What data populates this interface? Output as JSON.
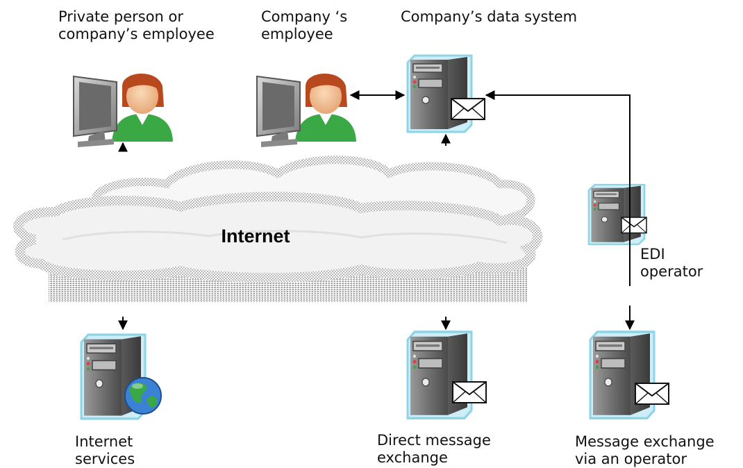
{
  "labels": {
    "private_person": [
      "Private person or",
      "company’s employee"
    ],
    "company_employee": [
      "Company ‘s",
      "employee"
    ],
    "company_data_system": "Company’s data system",
    "internet": "Internet",
    "edi_operator": [
      "EDI",
      "operator"
    ],
    "internet_services": [
      "Internet",
      "services"
    ],
    "direct_message_exchange": [
      "Direct message",
      "exchange"
    ],
    "message_exchange_operator": [
      "Message exchange",
      "via an operator"
    ]
  },
  "icons": {
    "person": "user-at-computer-icon",
    "server": "server-tower-icon",
    "envelope": "envelope-icon",
    "globe": "globe-icon"
  },
  "colors": {
    "shirt": "#3aa845",
    "hair": "#b8491e",
    "server_body": "#6e6e6e",
    "server_outline": "#8fd3e6",
    "globe_water": "#3b82d4",
    "globe_land": "#3aa845",
    "cloud_gray": "#bdbdbd"
  }
}
